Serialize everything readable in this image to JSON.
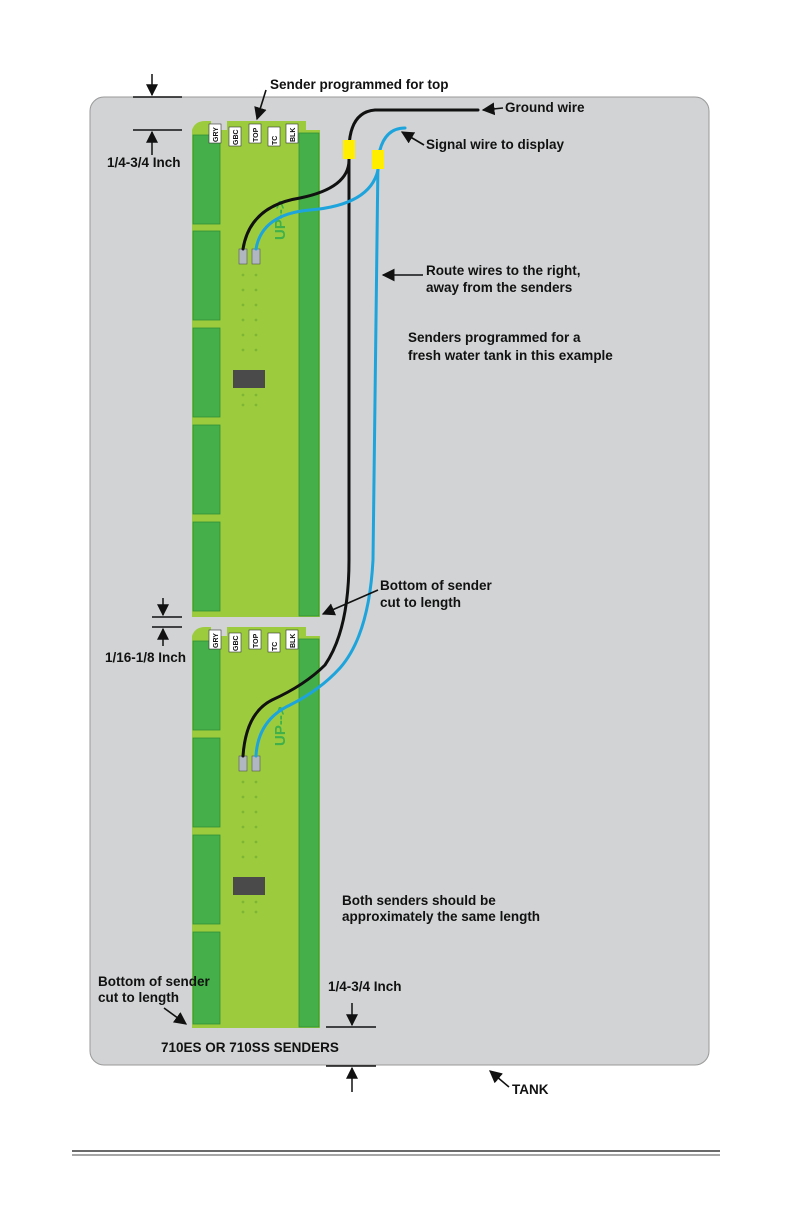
{
  "labels": {
    "sender_top": "Sender programmed for top",
    "ground_wire": "Ground wire",
    "signal_wire": "Signal wire to display",
    "dim_top": "1/4-3/4 Inch",
    "route_line1": "Route wires to the right,",
    "route_line2": "away from the senders",
    "programmed_line1": "Senders programmed for a",
    "programmed_line2": "fresh water tank in this example",
    "bottom_cut_line1": "Bottom of sender",
    "bottom_cut_line2": "cut to length",
    "dim_gap": "1/16-1/8 Inch",
    "same_length_line1": "Both senders should be",
    "same_length_line2": "approximately the same length",
    "bottom_cut2_line1": "Bottom of sender",
    "bottom_cut2_line2": "cut to length",
    "dim_bottom": "1/4-3/4 Inch",
    "senders_model": "710ES OR 710SS SENDERS",
    "tank": "TANK"
  },
  "sender_pins": [
    "GRY",
    "GBC",
    "TOP",
    "TC",
    "BLK"
  ],
  "sender_arrow_text": "UP-->",
  "colors": {
    "tank": "#d1d3d4",
    "board": "#9ccc3d",
    "pad": "#45b049",
    "ground_wire": "#111111",
    "signal_wire": "#1ea4dc",
    "connector": "#ffee00"
  }
}
